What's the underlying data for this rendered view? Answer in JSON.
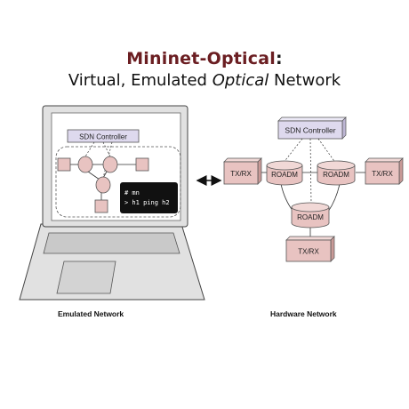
{
  "title": {
    "brand": "Mininet-Optical",
    "colon": ":",
    "line2_before": "Virtual, Emulated ",
    "line2_emph": "Optical",
    "line2_after": " Network"
  },
  "emulated": {
    "controller_label": "SDN Controller",
    "terminal_line1": "# mn",
    "terminal_line2": "> h1 ping h2",
    "caption": "Emulated Network"
  },
  "hardware": {
    "controller_label": "SDN Controller",
    "roadm_label": "ROADM",
    "txrx_label": "TX/RX",
    "caption": "Hardware Network"
  },
  "colors": {
    "title_brand": "#6b1e22",
    "node_fill": "#e8c3c1",
    "controller_fill": "#ded9ee",
    "laptop_body": "#e2e2e2",
    "terminal_bg": "#111111"
  }
}
